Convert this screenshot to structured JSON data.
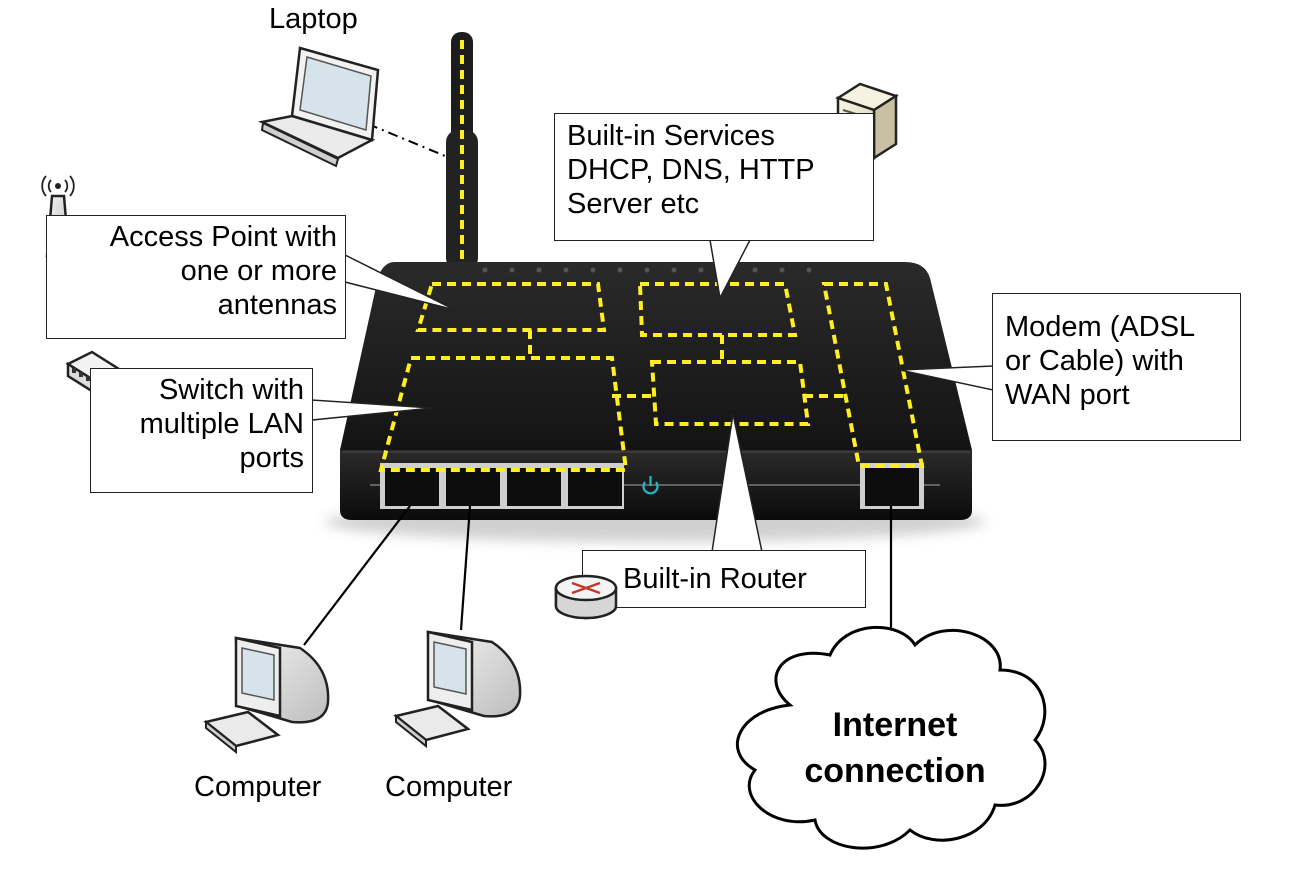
{
  "labels": {
    "laptop": "Laptop",
    "computer_left": "Computer",
    "computer_right": "Computer"
  },
  "callouts": {
    "services": [
      "Built-in Services",
      "DHCP, DNS, HTTP",
      "Server etc"
    ],
    "access_point": [
      "Access Point with",
      "one or more",
      "antennas"
    ],
    "switch": [
      "Switch with",
      "multiple LAN",
      "ports"
    ],
    "modem": [
      "Modem (ADSL",
      "or Cable) with",
      "WAN port"
    ],
    "router": [
      "Built-in Router"
    ]
  },
  "cloud": [
    "Internet",
    "connection"
  ],
  "colors": {
    "dashed_paths": "#ffee22",
    "router_body": "#1e1e1e",
    "power_led": "#21b8c8"
  },
  "icons": [
    "laptop-icon",
    "server-icon",
    "antenna-icon",
    "switch-icon",
    "router-icon",
    "computer-icon",
    "power-icon"
  ]
}
